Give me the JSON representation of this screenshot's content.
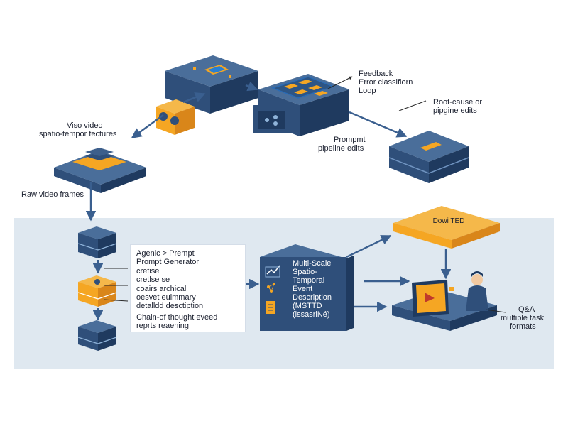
{
  "colors": {
    "band": "#dfe8f0",
    "block_top": "#4a6e9a",
    "block_left": "#2f4f7a",
    "block_right": "#1f3a5f",
    "orange": "#f5a623",
    "arrow": "#3a5f8f"
  },
  "labels": {
    "feedback_lines": [
      "Feedback",
      "Error classifiorn",
      "Loop"
    ],
    "root_cause_lines": [
      "Root-cause or",
      "pipgine edits"
    ],
    "visio_lines": [
      "Viso video",
      "spatio-tempor fectures"
    ],
    "prompt_pipeline_lines": [
      "Prompmt",
      "pipeline edits"
    ],
    "raw_frames": "Raw video frames",
    "dow_ted": "Dowi TED",
    "qa_lines": [
      "Q&A",
      "multiple task",
      "formats"
    ]
  },
  "prompt_box": {
    "lines": [
      "Agenic > Prempt",
      "Prompt Generator",
      "cretise",
      "cretlse se",
      "coairs archical",
      "oesvet euimmary",
      "detalldd desctiption",
      "Chain-of thought eveed",
      "reprts reaening"
    ]
  },
  "mst_box": {
    "lines": [
      "Multi-Scale",
      "Spatio-",
      "Temporal",
      "Event",
      "Description",
      "(MSTTD",
      "(issasriNé)"
    ]
  },
  "icons": [
    "camera-icon",
    "chart-icon",
    "network-icon",
    "document-icon",
    "person-icon",
    "monitor-icon"
  ]
}
